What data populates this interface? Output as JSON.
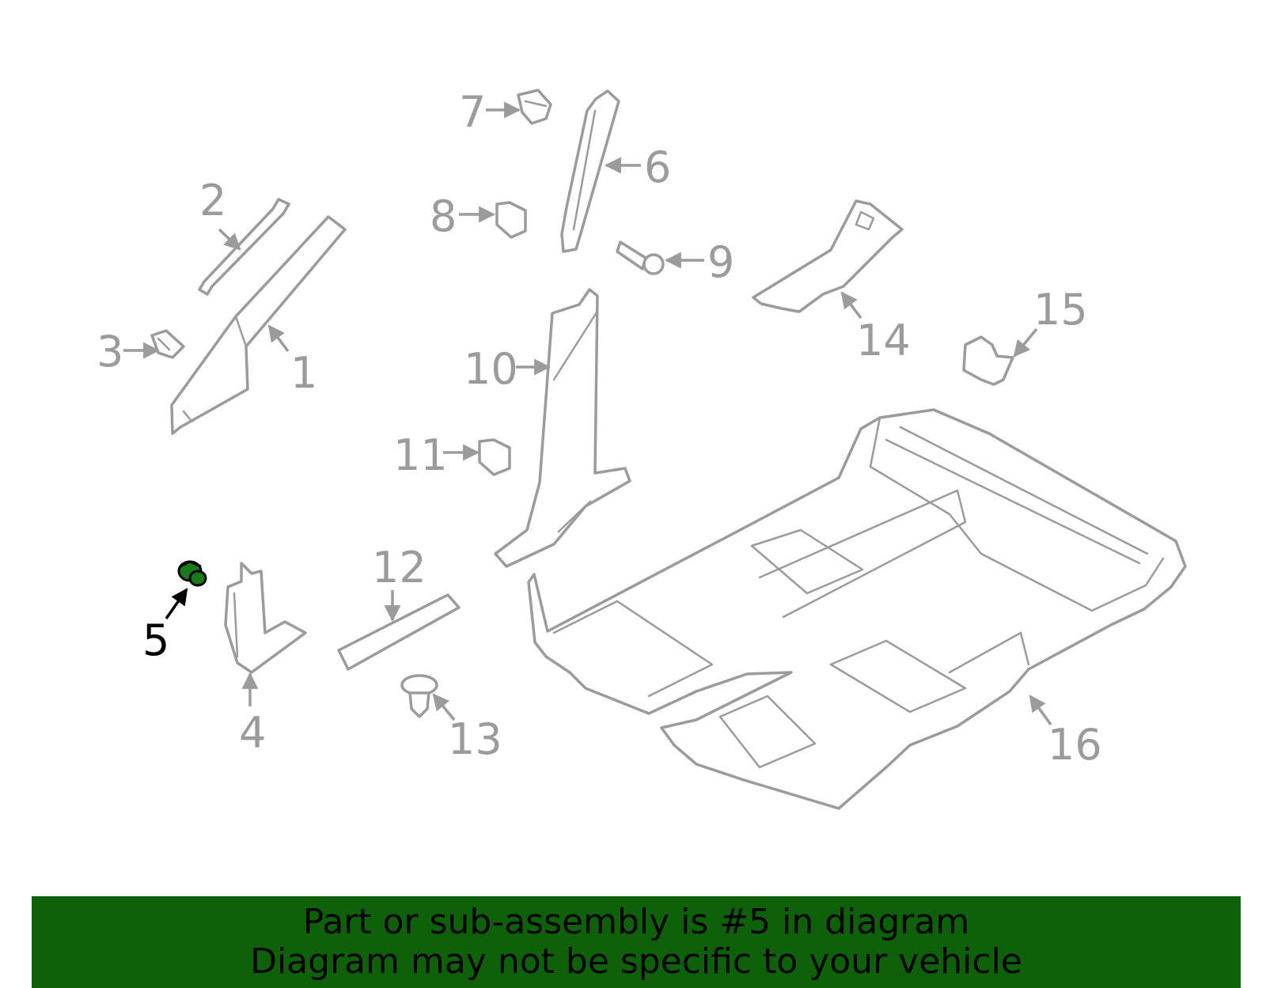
{
  "callouts": [
    "1",
    "2",
    "3",
    "4",
    "5",
    "6",
    "7",
    "8",
    "9",
    "10",
    "11",
    "12",
    "13",
    "14",
    "15",
    "16"
  ],
  "highlighted_part": "5",
  "colors": {
    "line": "#9b9b9b",
    "highlight_fill": "#1a7a1a",
    "banner_bg": "#0f6109",
    "text_dark": "#000000"
  },
  "banner": {
    "line1": "Part or sub-assembly is #5 in diagram",
    "line2": "Diagram may not be specific to your vehicle"
  }
}
